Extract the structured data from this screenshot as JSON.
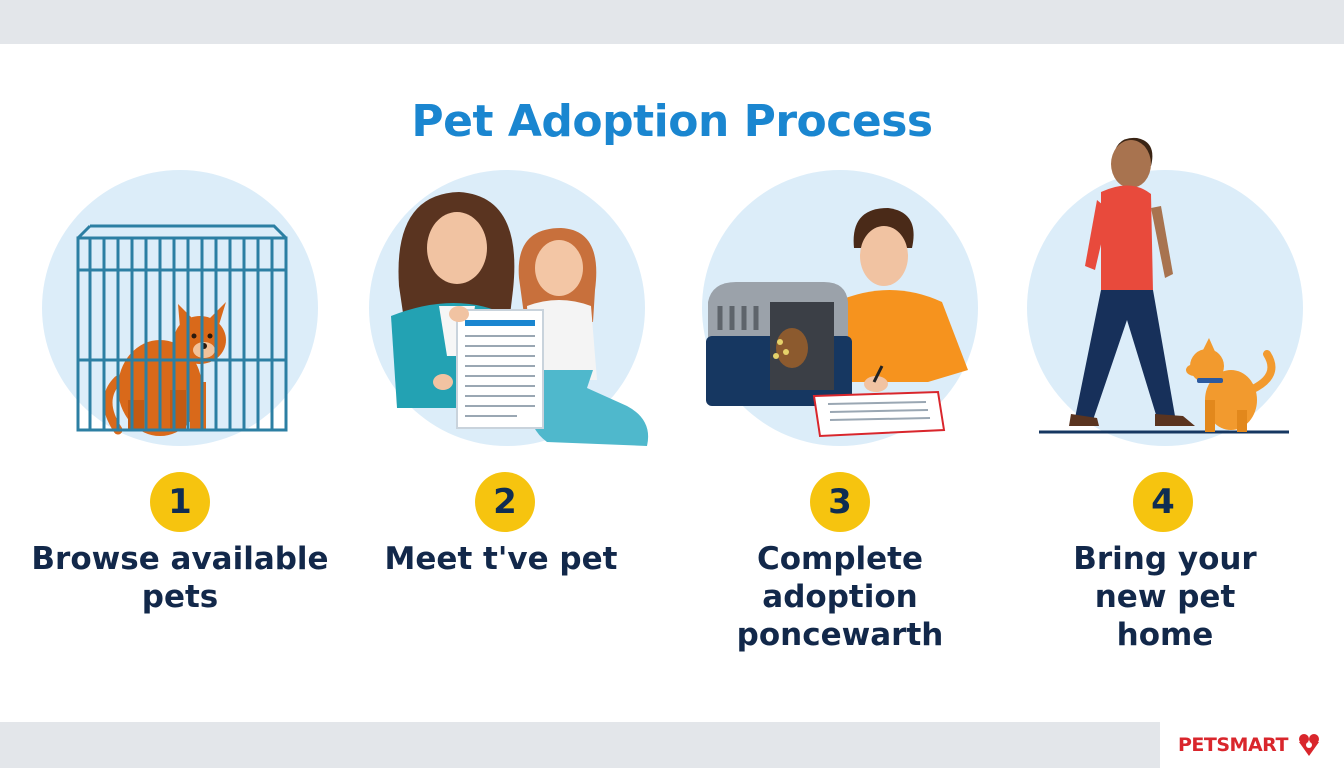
{
  "title": "Pet Adoption Process",
  "colors": {
    "title": "#1a86d0",
    "badge": "#f6c40f",
    "text": "#12284a",
    "circle": "#dcedf9",
    "band": "#e3e6ea",
    "brand": "#d9262c"
  },
  "steps": [
    {
      "number": "1",
      "line1": "Browse available",
      "line2": "pets",
      "line3": "",
      "illustration": "caged-dog"
    },
    {
      "number": "2",
      "line1": "Meet t've pet",
      "line2": "",
      "line3": "",
      "illustration": "mother-daughter-document"
    },
    {
      "number": "3",
      "line1": "Complete",
      "line2": "adoption",
      "line3": "poncewarth",
      "illustration": "pet-carrier-signing"
    },
    {
      "number": "4",
      "line1": "Bring your",
      "line2": "new pet",
      "line3": "home",
      "illustration": "person-walking-dog"
    }
  ],
  "logo": {
    "text": "PETSMART",
    "icon": "heart-paw-icon"
  }
}
